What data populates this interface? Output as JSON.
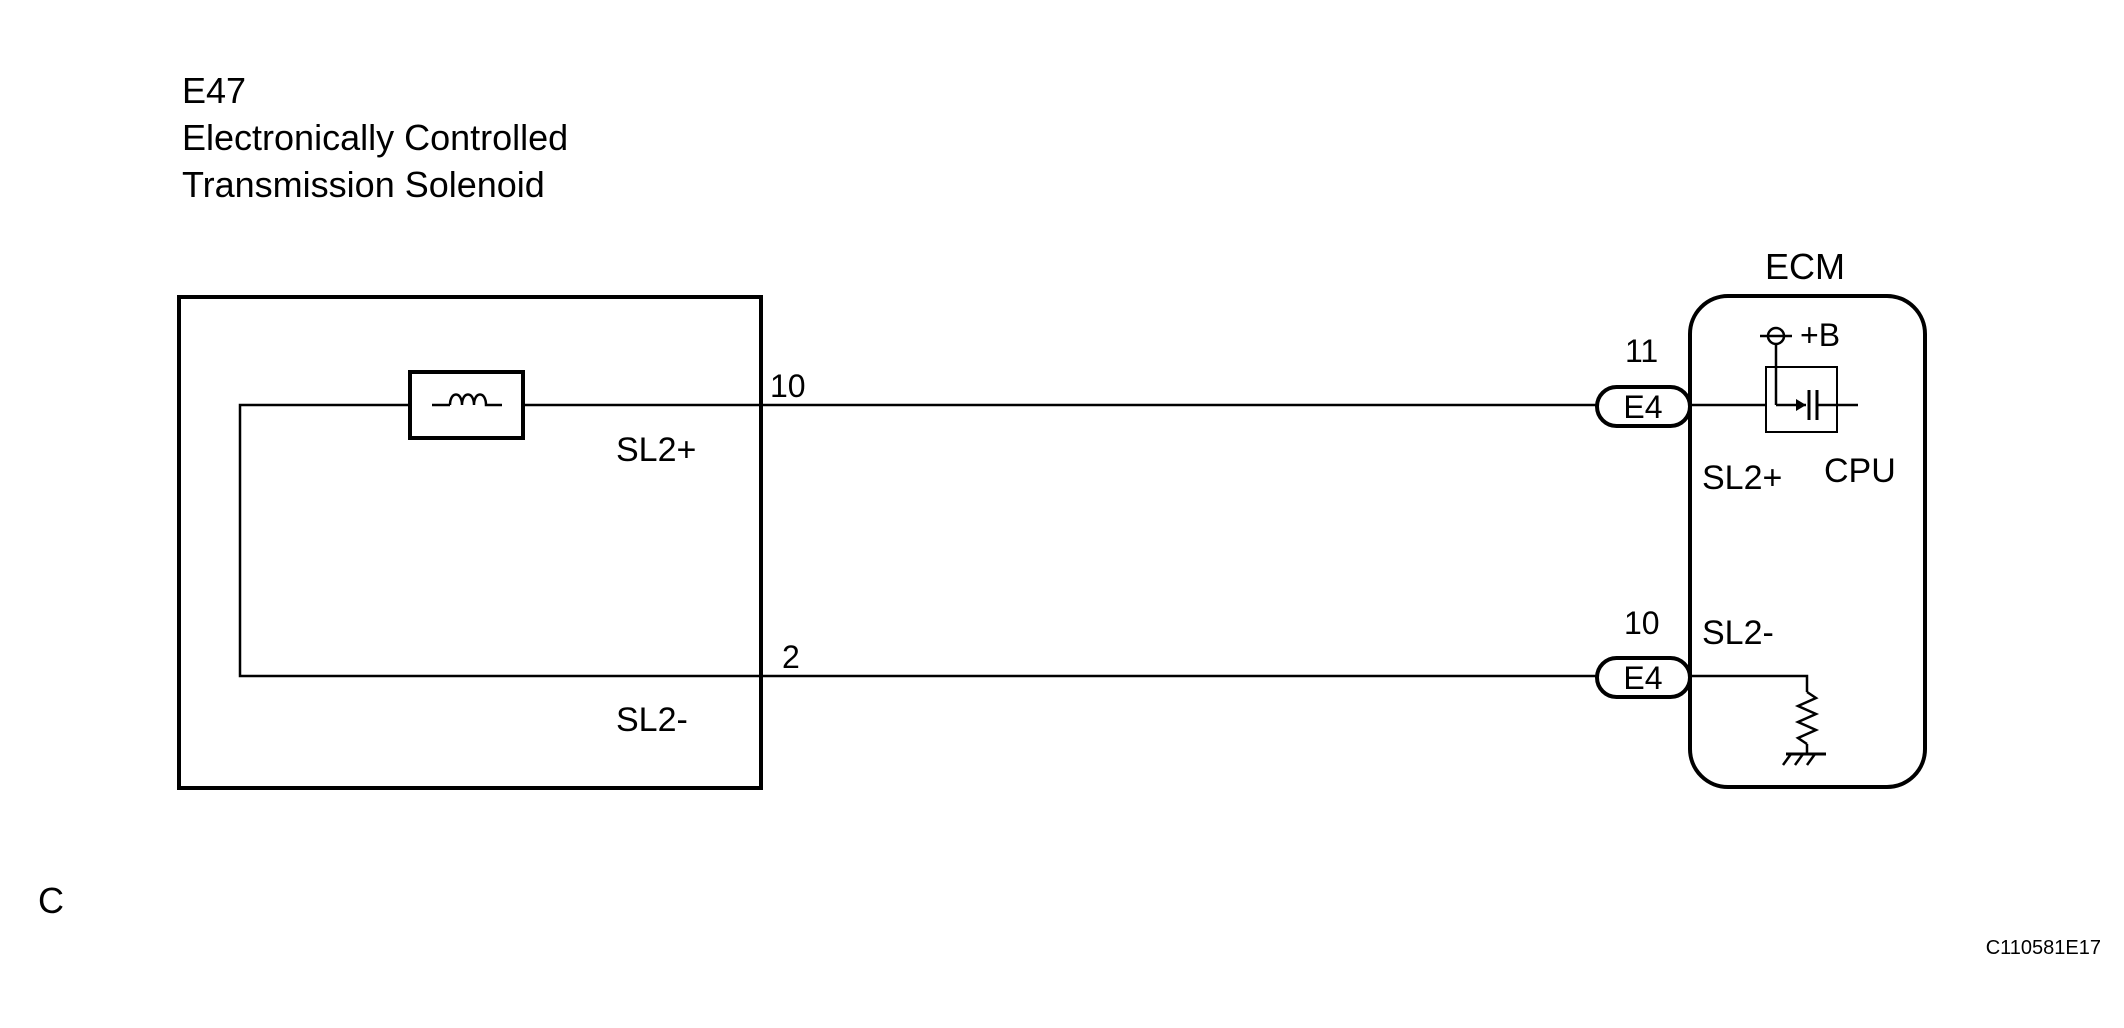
{
  "component": {
    "code": "E47",
    "name_line1": "Electronically Controlled",
    "name_line2": "Transmission Solenoid",
    "terminal_top_pin": "10",
    "terminal_top_label": "SL2+",
    "terminal_bottom_pin": "2",
    "terminal_bottom_label": "SL2-"
  },
  "ecm": {
    "title": "ECM",
    "supply_label": "+B",
    "cpu_label": "CPU",
    "top": {
      "pin": "11",
      "connector": "E4",
      "signal_label": "SL2+"
    },
    "bottom": {
      "pin": "10",
      "connector": "E4",
      "signal_label": "SL2-"
    }
  },
  "footer": {
    "corner_letter": "C",
    "figure_id": "C110581E17"
  },
  "colors": {
    "line": "#000000",
    "background": "#ffffff"
  }
}
